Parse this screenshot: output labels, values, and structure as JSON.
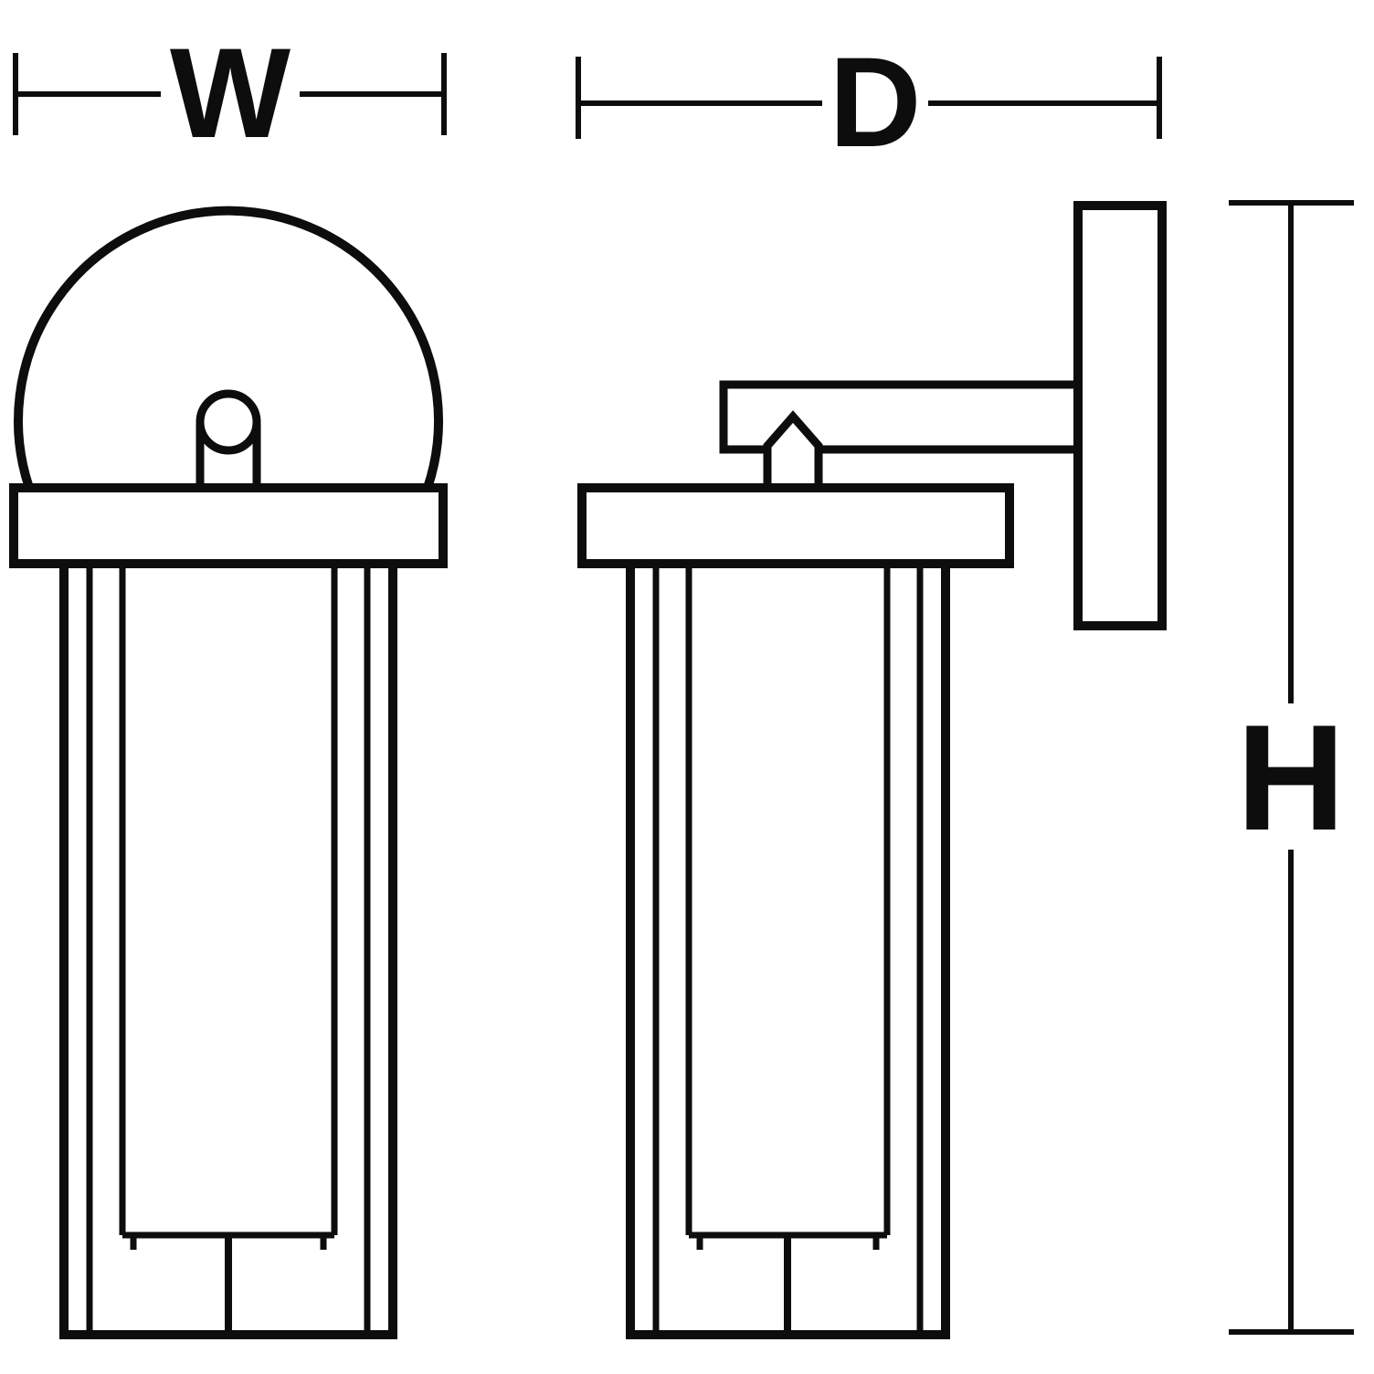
{
  "diagram": {
    "type": "technical-line-drawing",
    "labels": {
      "width": "W",
      "depth": "D",
      "height": "H"
    },
    "colors": {
      "line": "#0d0d0d",
      "background": "#ffffff"
    }
  }
}
